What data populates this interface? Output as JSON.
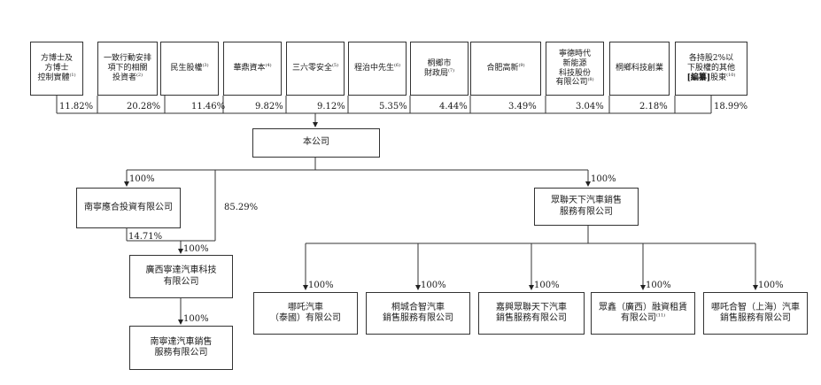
{
  "shareholders": [
    {
      "name": "方博士及\n方博士\n控制實體",
      "note": "(1)",
      "pct": "11.82%"
    },
    {
      "name": "一致行動安排\n項下的相關\n投資者",
      "note": "(2)",
      "pct": "20.28%"
    },
    {
      "name": "民生股權",
      "note": "(3)",
      "pct": "11.46%"
    },
    {
      "name": "華鼎資本",
      "note": "(4)",
      "pct": "9.82%"
    },
    {
      "name": "三六零安全",
      "note": "(5)",
      "pct": "9.12%"
    },
    {
      "name": "程治中先生",
      "note": "(6)",
      "pct": "5.35%"
    },
    {
      "name": "桐鄉市\n財政局",
      "note": "(7)",
      "pct": "4.44%"
    },
    {
      "name": "合肥高新",
      "note": "(9)",
      "pct": "3.49%"
    },
    {
      "name": "寧德時代\n新能源\n科技股份\n有限公司",
      "note": "(8)",
      "pct": "3.04%"
    },
    {
      "name": "桐鄉科技創業",
      "note": "",
      "pct": "2.18%"
    },
    {
      "name_line1": "各持股2%以",
      "name_line2": "下股權的其他",
      "name_redacted": "[編纂]",
      "name_line3_rest": "股東",
      "note": "(10)",
      "pct": "18.99%"
    }
  ],
  "company": {
    "name": "本公司"
  },
  "left_branch": {
    "investment": {
      "name": "南寧應合投資有限公司",
      "pct_from_company": "100%"
    },
    "tech": {
      "name": "廣西寧達汽車科技\n有限公司",
      "pct_from_investment": "14.71%",
      "pct_from_company": "85.29%",
      "pct_label": "100%"
    },
    "sales": {
      "name": "南寧達汽車銷售\n服務有限公司",
      "pct": "100%"
    }
  },
  "right_branch": {
    "holding": {
      "name": "眾聯天下汽車銷售\n服務有限公司",
      "pct": "100%"
    },
    "subs": [
      {
        "name": "哪吒汽車\n（泰國）有限公司",
        "note": "",
        "pct": "100%"
      },
      {
        "name": "桐城合智汽車\n銷售服務有限公司",
        "note": "",
        "pct": "100%"
      },
      {
        "name": "嘉興眾聯天下汽車\n銷售服務有限公司",
        "note": "",
        "pct": "100%"
      },
      {
        "name": "眾鑫（廣西）融資租賃\n有限公司",
        "note": "(11)",
        "pct": "100%"
      },
      {
        "name": "哪吒合智（上海）汽車\n銷售服務有限公司",
        "note": "",
        "pct": "100%"
      }
    ]
  }
}
